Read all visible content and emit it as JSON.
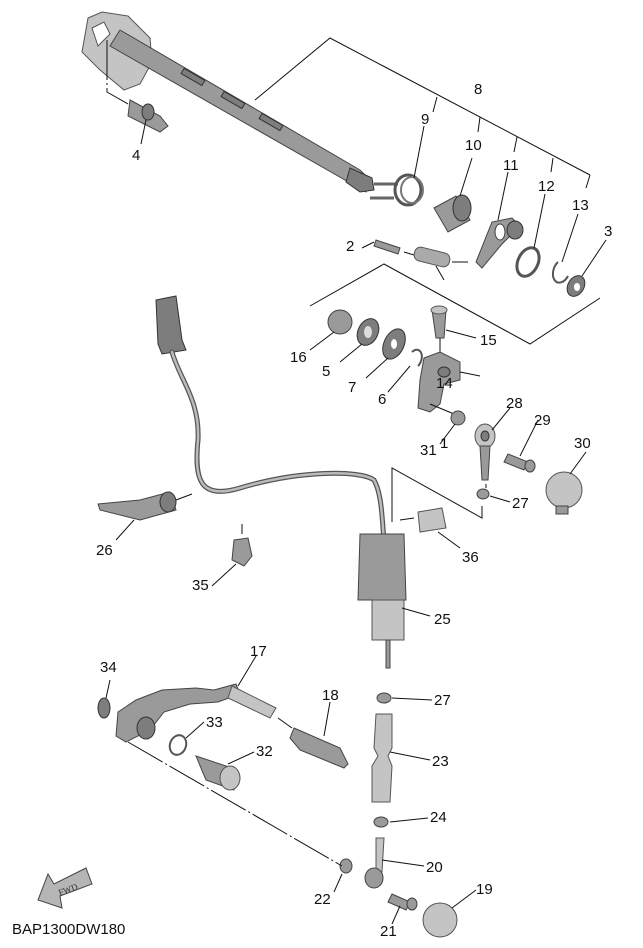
{
  "diagram": {
    "code": "BAP1300DW180",
    "direction_badge": "FWD",
    "callouts": [
      {
        "id": "c1",
        "text": "1"
      },
      {
        "id": "c2",
        "text": "2"
      },
      {
        "id": "c3",
        "text": "3"
      },
      {
        "id": "c4",
        "text": "4"
      },
      {
        "id": "c5",
        "text": "5"
      },
      {
        "id": "c6a",
        "text": "6"
      },
      {
        "id": "c7",
        "text": "7"
      },
      {
        "id": "c8",
        "text": "8"
      },
      {
        "id": "c9",
        "text": "9"
      },
      {
        "id": "c10",
        "text": "10"
      },
      {
        "id": "c11",
        "text": "11"
      },
      {
        "id": "c12",
        "text": "12"
      },
      {
        "id": "c13",
        "text": "13"
      },
      {
        "id": "c14",
        "text": "14"
      },
      {
        "id": "c15",
        "text": "15"
      },
      {
        "id": "c16",
        "text": "16"
      },
      {
        "id": "c17",
        "text": "17"
      },
      {
        "id": "c18",
        "text": "18"
      },
      {
        "id": "c19",
        "text": "19"
      },
      {
        "id": "c20",
        "text": "20"
      },
      {
        "id": "c21",
        "text": "21"
      },
      {
        "id": "c22",
        "text": "22"
      },
      {
        "id": "c23",
        "text": "23"
      },
      {
        "id": "c24",
        "text": "24"
      },
      {
        "id": "c25",
        "text": "25"
      },
      {
        "id": "c26",
        "text": "26"
      },
      {
        "id": "c27a",
        "text": "27"
      },
      {
        "id": "c27b",
        "text": "27"
      },
      {
        "id": "c28",
        "text": "28"
      },
      {
        "id": "c29",
        "text": "29"
      },
      {
        "id": "c30",
        "text": "30"
      },
      {
        "id": "c31",
        "text": "31"
      },
      {
        "id": "c32",
        "text": "32"
      },
      {
        "id": "c33",
        "text": "33"
      },
      {
        "id": "c34",
        "text": "34"
      },
      {
        "id": "c35",
        "text": "35"
      },
      {
        "id": "c36",
        "text": "36"
      }
    ]
  }
}
